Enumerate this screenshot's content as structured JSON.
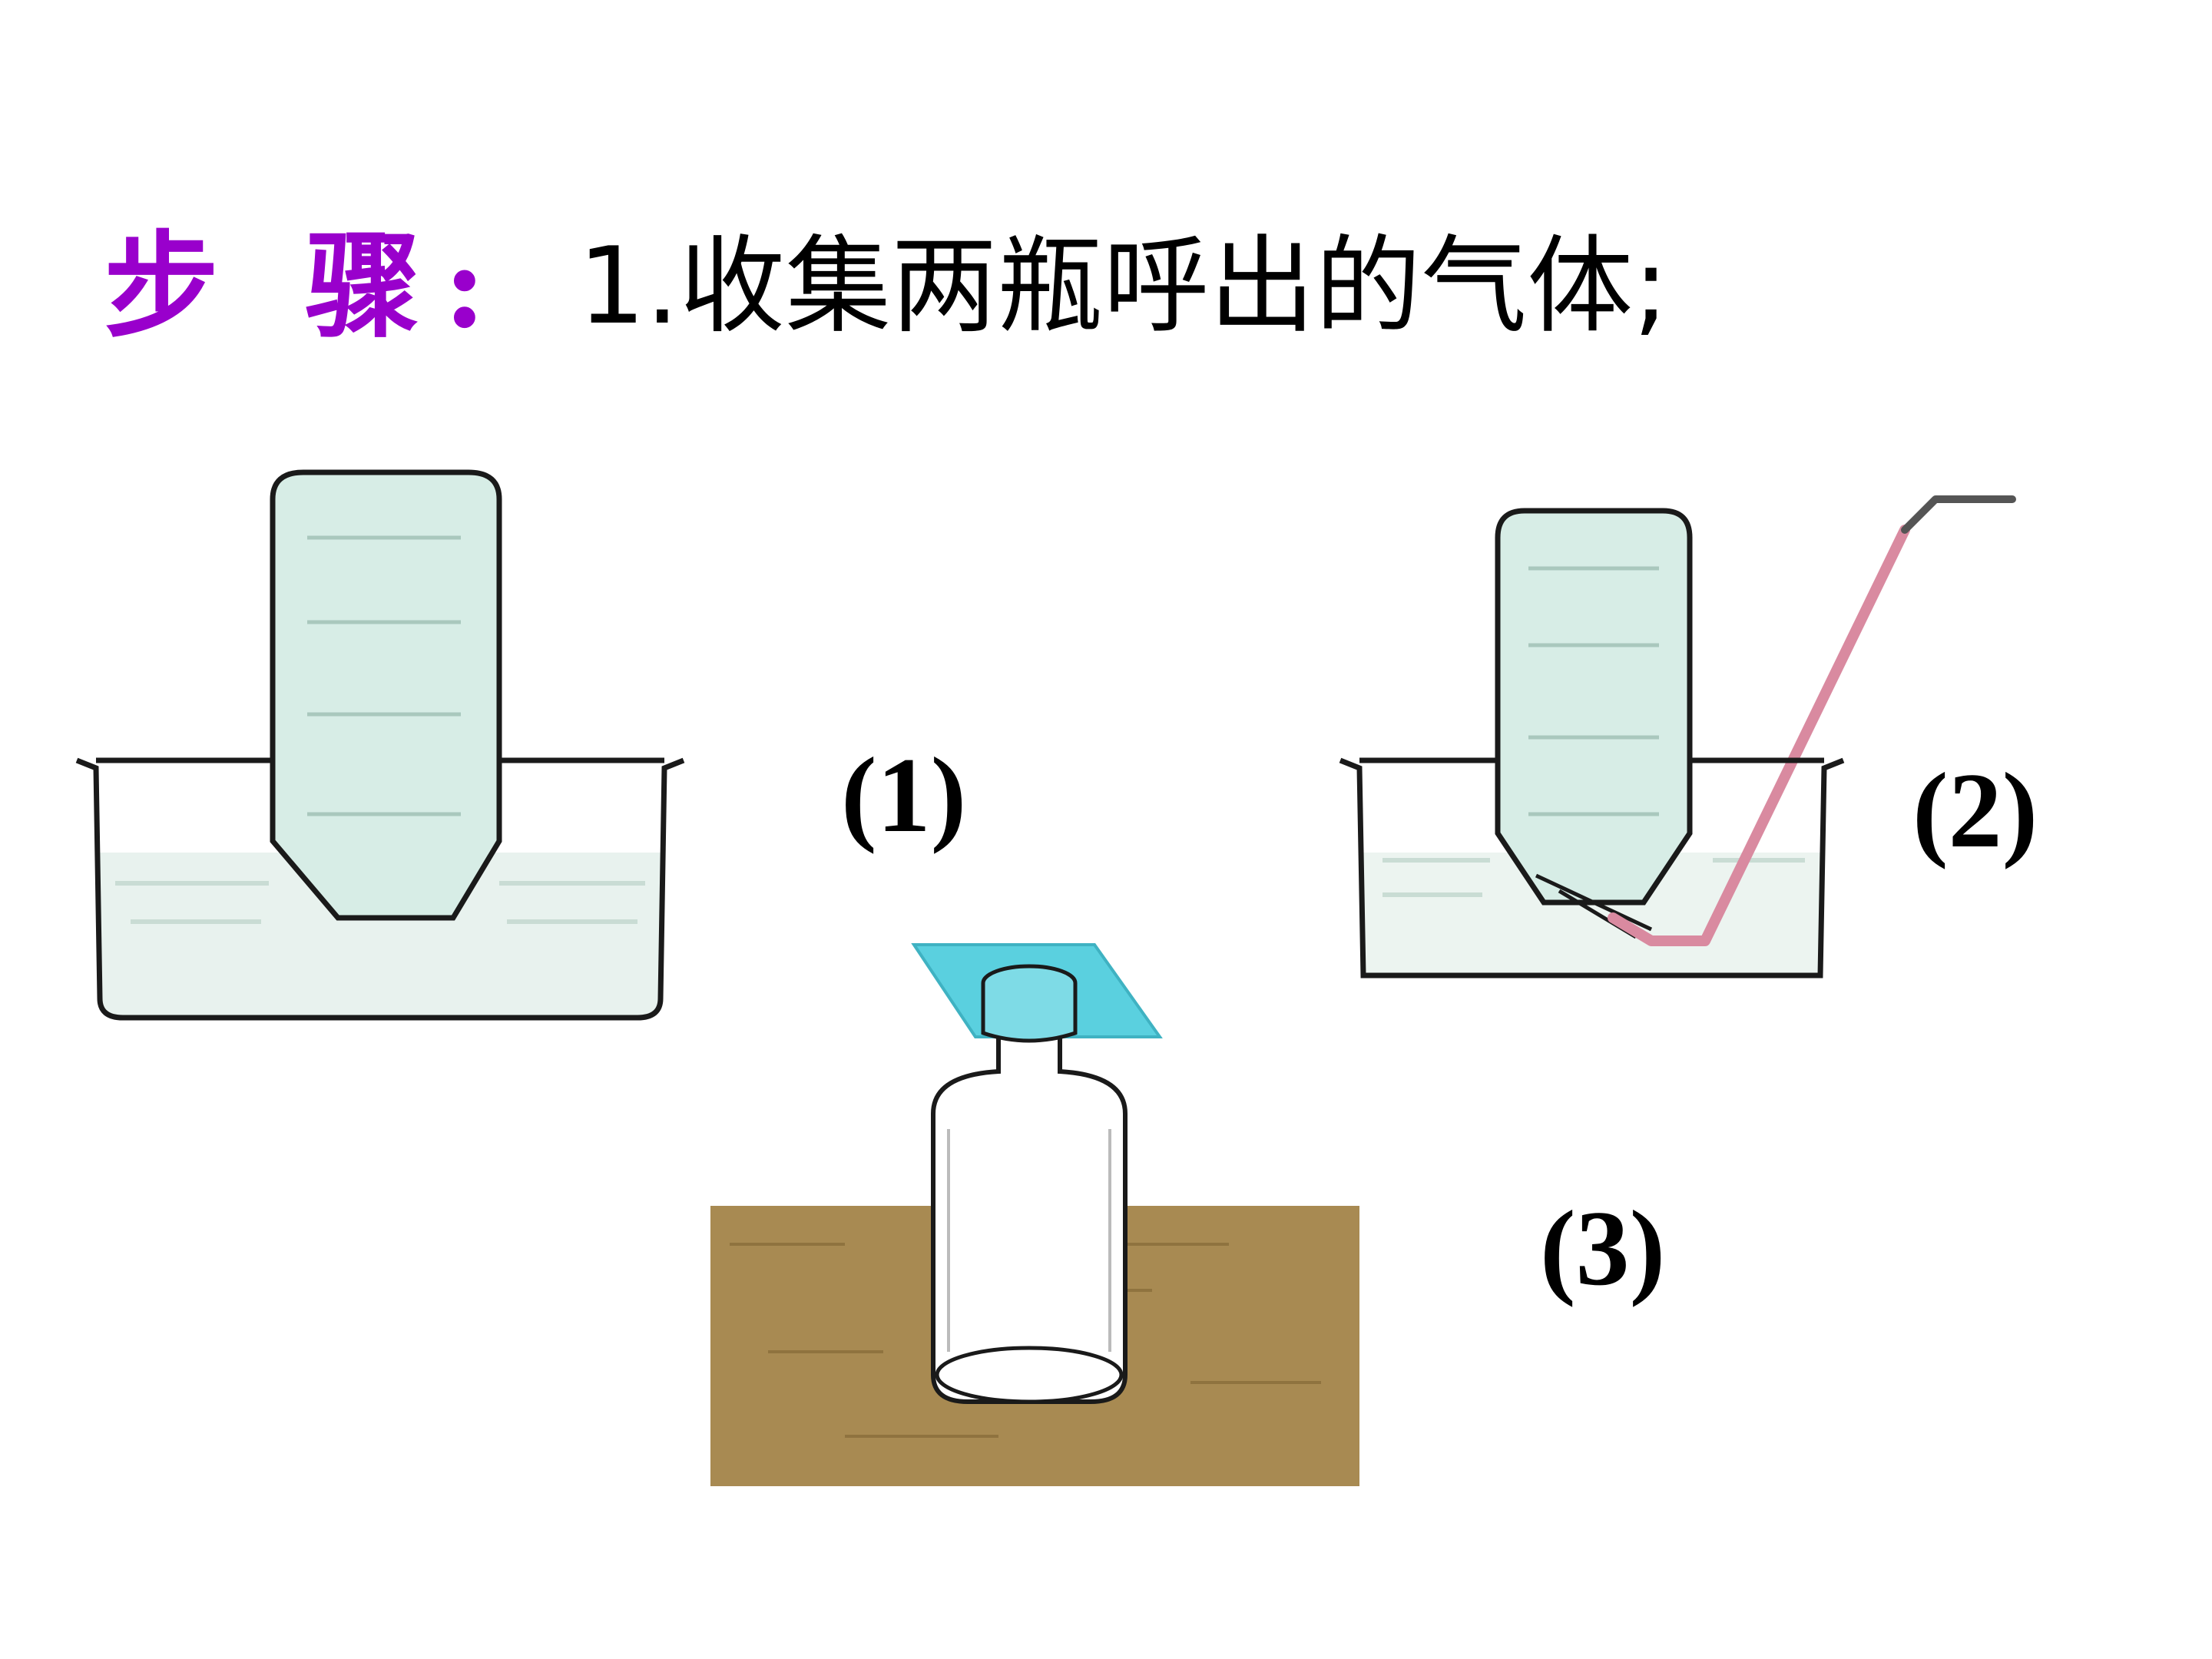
{
  "title": {
    "label": "步 骤:",
    "text": "1.收集两瓶呼出的气体;"
  },
  "figures": {
    "label_1": "(1)",
    "label_2": "(2)",
    "label_3": "(3)"
  },
  "colors": {
    "title_label": "#9900cc",
    "water": "#d7ede6",
    "glass_plate": "#5ad0df",
    "table": "#a88a52",
    "straw": "#d98aa0"
  }
}
